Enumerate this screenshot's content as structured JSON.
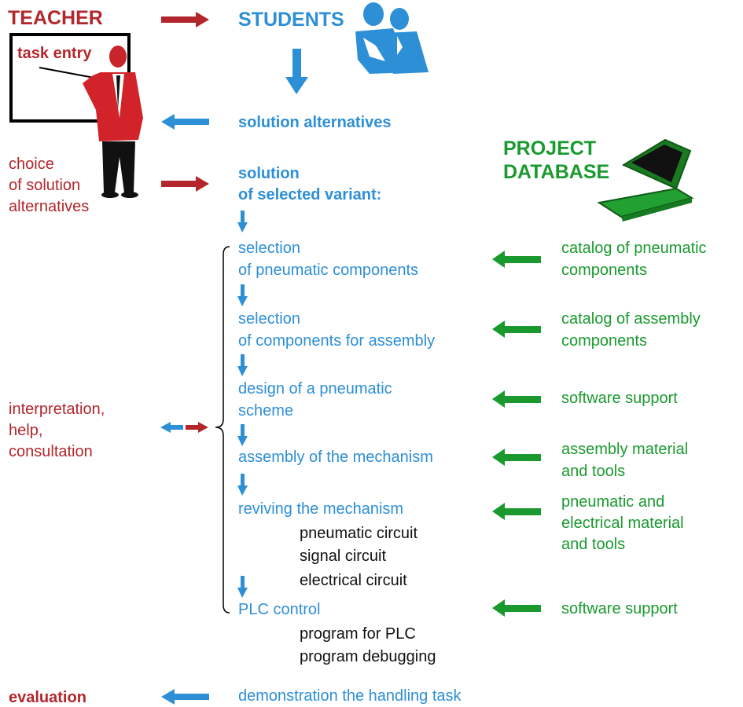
{
  "teacher": {
    "title": "TEACHER",
    "task_entry": "task entry",
    "choice": [
      "choice",
      "of solution",
      "alternatives"
    ],
    "interpretation": [
      "interpretation,",
      "help,",
      "consultation"
    ],
    "evaluation": "evaluation"
  },
  "students": {
    "title": "STUDENTS",
    "solution_alternatives": "solution alternatives",
    "solution_selected": [
      "solution",
      "of selected variant:"
    ],
    "demonstration": "demonstration the handling task"
  },
  "project_database": {
    "title": [
      "PROJECT",
      "DATABASE"
    ]
  },
  "steps": [
    {
      "lines": [
        "selection",
        "of pneumatic components"
      ],
      "resource": [
        "catalog of pneumatic",
        "components"
      ]
    },
    {
      "lines": [
        "selection",
        "of components for assembly"
      ],
      "resource": [
        "catalog of assembly",
        "components"
      ]
    },
    {
      "lines": [
        "design of a pneumatic",
        "scheme"
      ],
      "resource": [
        "software support"
      ]
    },
    {
      "lines": [
        "assembly of the mechanism"
      ],
      "resource": [
        "assembly material",
        "and tools"
      ]
    },
    {
      "lines": [
        "reviving the mechanism"
      ],
      "sub": [
        "pneumatic circuit",
        "signal circuit",
        "electrical circuit"
      ],
      "resource": [
        "pneumatic and",
        "electrical material",
        "and tools"
      ]
    },
    {
      "lines": [
        "PLC control"
      ],
      "sub": [
        "program for PLC",
        "program debugging"
      ],
      "resource": [
        "software support"
      ]
    }
  ],
  "colors": {
    "teacher": "#b3262b",
    "students": "#2d8fd6",
    "database": "#1a9a2e",
    "sub": "#111111"
  }
}
